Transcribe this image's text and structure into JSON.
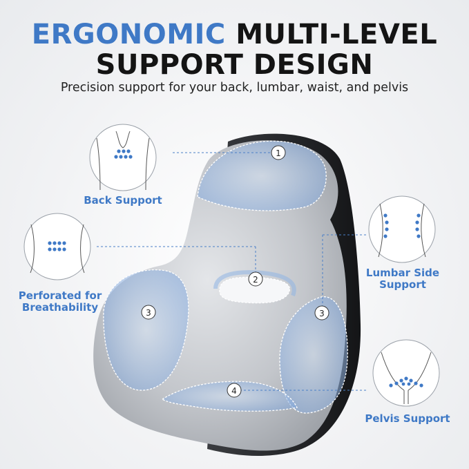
{
  "title": {
    "accent": "ERGONOMIC",
    "line1_rest": "MULTI-LEVEL",
    "line2": "SUPPORT DESIGN"
  },
  "subtitle": "Precision support for your back, lumbar, waist, and pelvis",
  "labels": {
    "back": "Back Support",
    "perforated_1": "Perforated for",
    "perforated_2": "Breathability",
    "lumbar_1": "Lumbar Side",
    "lumbar_2": "Support",
    "pelvis": "Pelvis Support"
  },
  "markers": {
    "m1": "1",
    "m2": "2",
    "m3_left": "3",
    "m3_right": "3",
    "m4": "4"
  },
  "colors": {
    "accent": "#3f79c6",
    "cushion": "#c9ccd1",
    "backing": "#1f2022",
    "highlight": "#8fb4e4"
  }
}
